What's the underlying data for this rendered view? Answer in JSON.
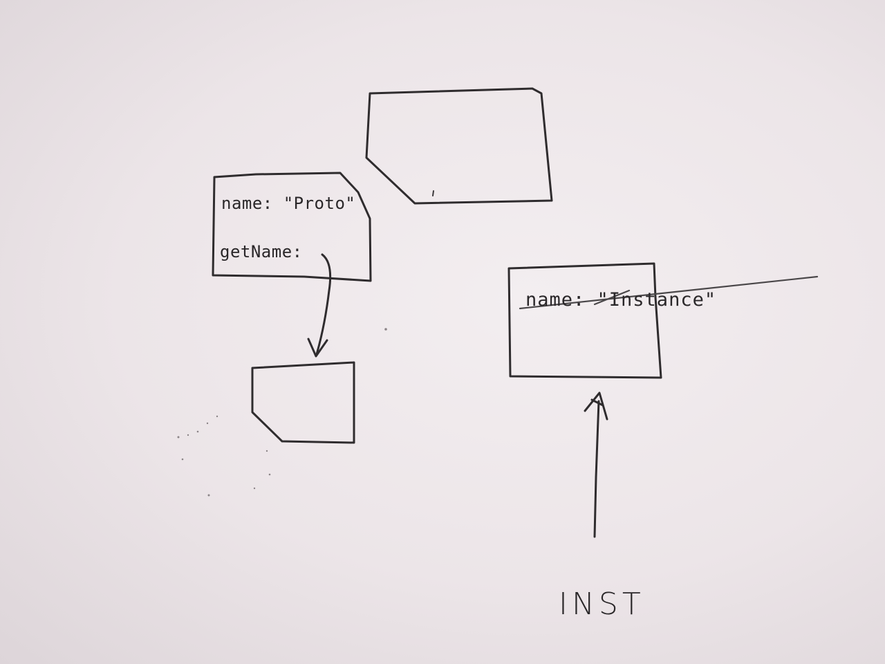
{
  "proto_box": {
    "name_line": "name: \"Proto\"",
    "getname_line": "getName:"
  },
  "instance_box": {
    "line": "name: \"Instance\""
  },
  "pointer_label": "INST",
  "ink_color": "#2f2c2e",
  "paper_color": "#ece6e8"
}
